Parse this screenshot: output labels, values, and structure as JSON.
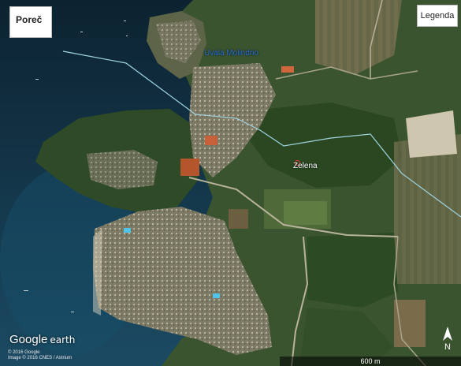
{
  "map": {
    "title": "Poreč",
    "legend_label": "Legenda",
    "places": {
      "bay": "Uvala Molindrio",
      "site": "Zelena"
    },
    "brand": {
      "google": "Google",
      "earth": "earth"
    },
    "credits": [
      "© 2016 Google",
      "Image © 2016 CNES / Astrium"
    ],
    "scale_label": "600 m",
    "north_label": "N",
    "colors": {
      "sea": "#0f2a3c",
      "forest": "#2e4a25",
      "route": "#9fd3df",
      "bay_label": "#2a6fd6",
      "pin": "#e53935"
    }
  }
}
